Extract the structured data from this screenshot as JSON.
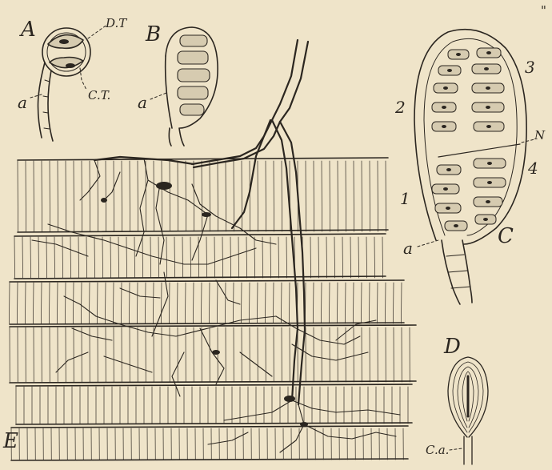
{
  "figure": {
    "panel_labels": {
      "A": "A",
      "B": "B",
      "C": "C",
      "D": "D",
      "E": "E"
    },
    "annotations": {
      "dt": "D.T",
      "ct": "C.T.",
      "a_panel_a": "a",
      "a_panel_b": "a",
      "a_panel_c": "a",
      "n": "N",
      "ca": "C.a.",
      "corner_mark": "\""
    },
    "numerals": [
      "1",
      "2",
      "3",
      "4"
    ]
  },
  "colors": {
    "paper": "#efe4c9",
    "ink": "#2b2620",
    "fill": "#d6cbb0"
  }
}
